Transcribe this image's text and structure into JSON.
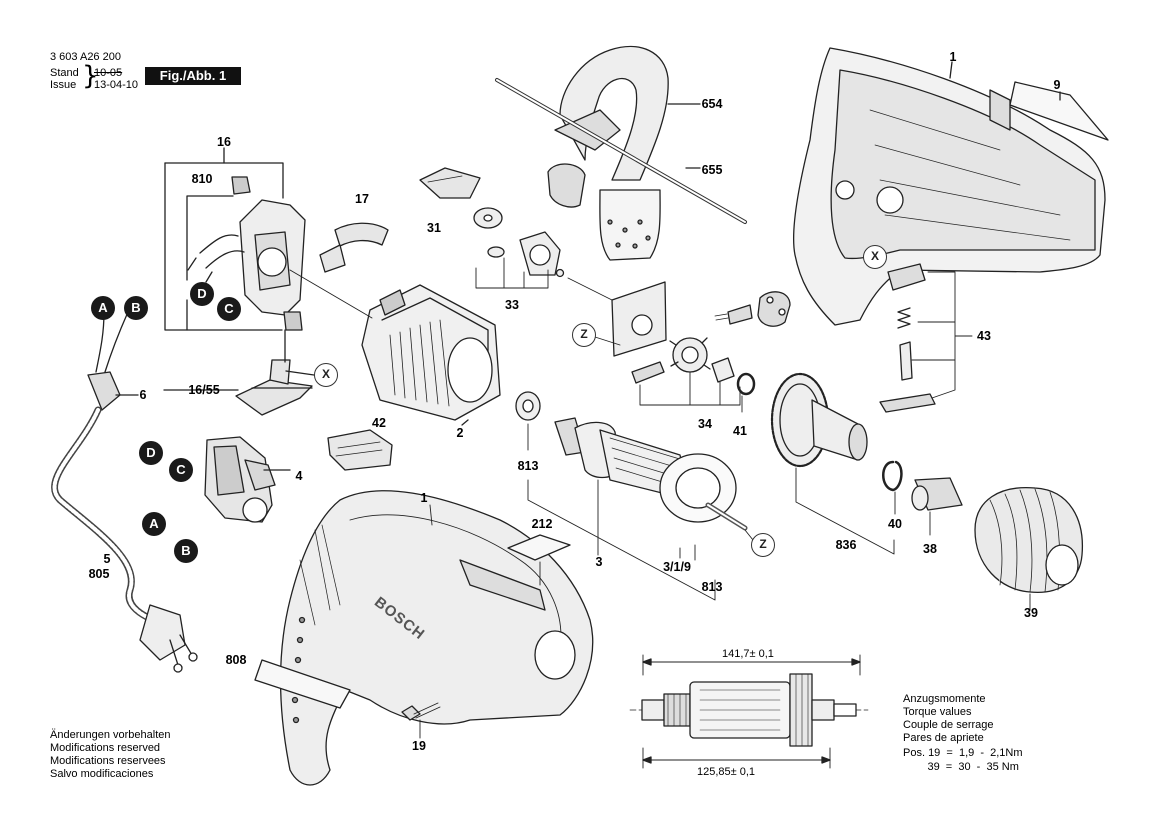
{
  "header": {
    "doc_number": "3 603 A26 200",
    "stand_label": "Stand",
    "issue_label": "Issue",
    "stand_date": "10-05",
    "issue_date": "13-04-10",
    "fig_title": "Fig./Abb. 1"
  },
  "parts": {
    "p1_top": "1",
    "p9": "9",
    "p654": "654",
    "p655": "655",
    "p16": "16",
    "p810": "810",
    "p17": "17",
    "p31": "31",
    "p33": "33",
    "p43": "43",
    "p2": "2",
    "p42": "42",
    "p34": "34",
    "p41": "41",
    "p16_55": "16/55",
    "p6": "6",
    "p4": "4",
    "p813_a": "813",
    "p3": "3",
    "p3_1_9": "3/1/9",
    "p813_b": "813",
    "p836": "836",
    "p40": "40",
    "p38": "38",
    "p39": "39",
    "p1_bottom": "1",
    "p212": "212",
    "p5": "5",
    "p805": "805",
    "p808": "808",
    "p19": "19"
  },
  "markers": {
    "a_cord": "A",
    "b_cord": "B",
    "d_brush": "D",
    "c_brush": "C",
    "d_switch": "D",
    "c_switch": "C",
    "a_switch": "A",
    "b_switch": "B"
  },
  "refs": {
    "x1": "X",
    "x2": "X",
    "z1": "Z",
    "z2": "Z"
  },
  "brand_text": "BOSCH",
  "dimensions": {
    "top": "141,7± 0,1",
    "bottom": "125,85± 0,1"
  },
  "notes": [
    "Änderungen vorbehalten",
    "Modifications reserved",
    "Modifications reservees",
    "Salvo modificaciones"
  ],
  "torque": {
    "lines": [
      "Anzugsmomente",
      "Torque values",
      "Couple de serrage",
      "Pares de apriete",
      "Pos. 19  =  1,9  -  2,1Nm",
      "        39  =  30  -  35 Nm"
    ]
  }
}
